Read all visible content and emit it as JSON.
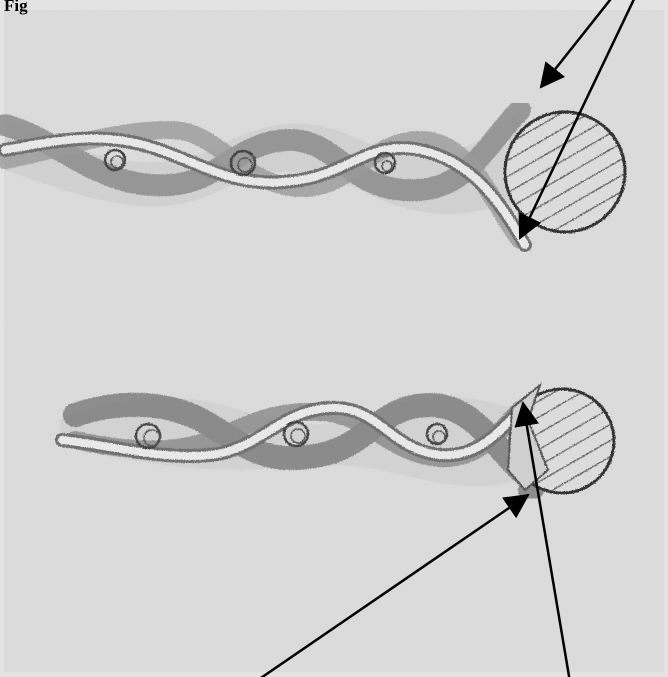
{
  "figure": {
    "caption": "Fig",
    "drawing_style": "pencil-sketch",
    "colors": {
      "paper": "#dedede",
      "pencil_dark": "#6f6f6f",
      "pencil_mid": "#8e8e8e",
      "pencil_light": "#b4b4b4",
      "ink": "#000000"
    },
    "panels": [
      {
        "name": "top-helix",
        "strand_count": 2,
        "loop_count": 3,
        "end_cap": "hatched-circle",
        "arrow_count": 2
      },
      {
        "name": "bottom-helix",
        "strand_count": 2,
        "loop_count": 3,
        "end_cap": "hatched-circle-notched",
        "arrow_count": 2
      }
    ]
  }
}
